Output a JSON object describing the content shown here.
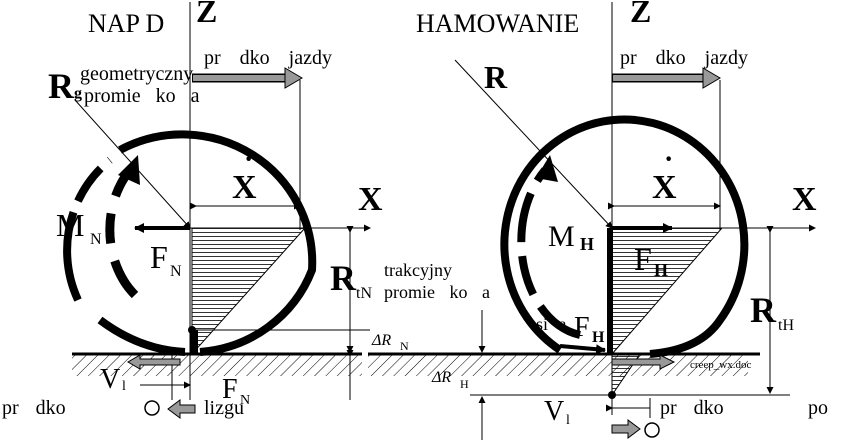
{
  "left_panel": {
    "title": "NAP D",
    "z_axis": "Z",
    "direction_label": "pr dko jazdy",
    "radius_symbol": "R",
    "radius_subscript": "g",
    "radius_caption_line1": "geometryczny",
    "radius_caption_line2": "promie ko a",
    "x_axis": "X",
    "velocity_symbol": "X",
    "moment_symbol": "M",
    "moment_subscript": "N",
    "force_symbol": "F",
    "force_subscript": "N",
    "rt_symbol": "R",
    "rt_subscript": "tN",
    "rt_caption_line1": "trakcyjny",
    "rt_caption_line2": "promie ko a",
    "delta_symbol": "ΔR",
    "delta_subscript": "N",
    "v_symbol": "V",
    "v_subscript": "l",
    "bottom_force_symbol": "F",
    "bottom_force_subscript": "N",
    "slip_label_left": "pr dko",
    "slip_label_right": "lizgu"
  },
  "right_panel": {
    "title": "HAMOWANIE",
    "z_axis": "Z",
    "direction_label": "pr dko jazdy",
    "radius_symbol": "R",
    "x_axis": "X",
    "velocity_symbol": "X",
    "moment_symbol": "M",
    "moment_subscript": "H",
    "force_symbol": "F",
    "force_subscript": "H",
    "rt_symbol": "R",
    "rt_subscript": "tH",
    "sila_label": "si a",
    "bottom_force_symbol": "F",
    "bottom_force_subscript": "H",
    "delta_symbol": "ΔR",
    "delta_subscript": "H",
    "v_symbol": "V",
    "v_subscript": "l",
    "slip_label_left": "pr dko",
    "slip_label_right": "po",
    "file_label": "creep_wx.doc"
  }
}
